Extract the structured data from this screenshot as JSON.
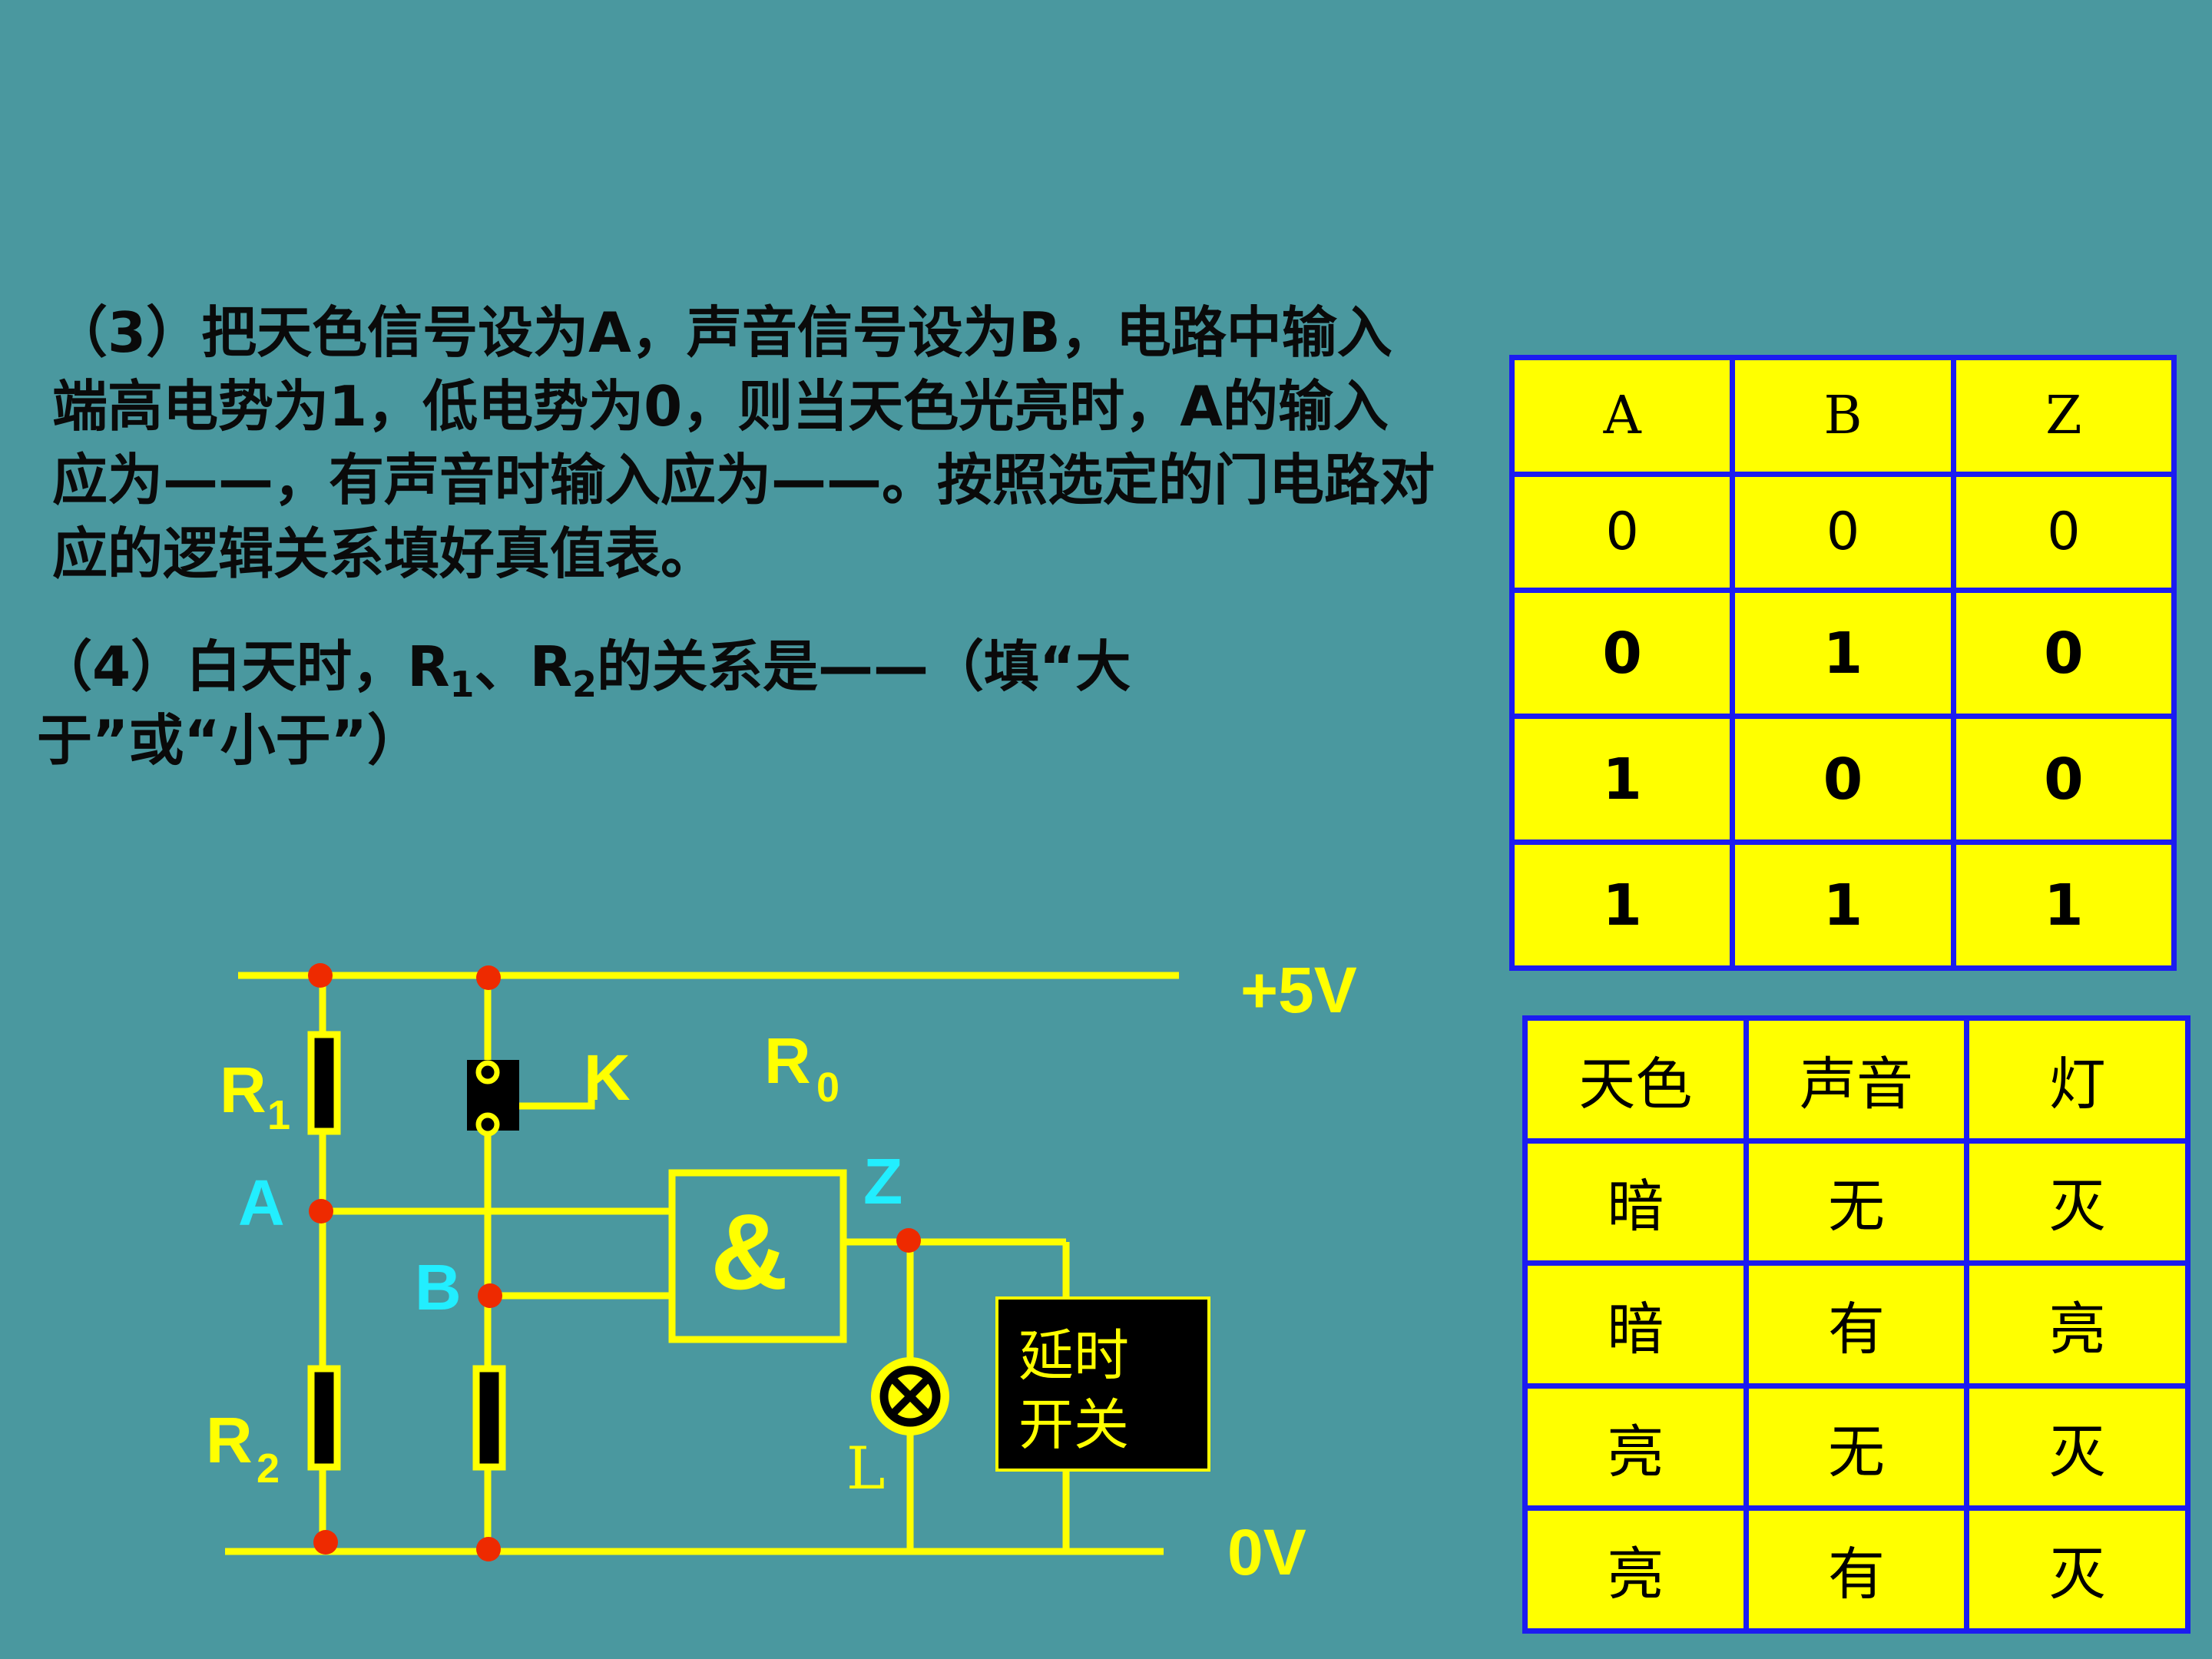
{
  "question3": "（3）把天色信号设为A，声音信号设为B，电路中输入端高电势为1，低电势为0，则当天色光亮时，A的输入应为——，有声音时输入应为——。按照选定的门电路对应的逻辑关系填好真值表。",
  "question4": {
    "prefix": "（4）白天时，R",
    "sub1": "1",
    "sep": "、R",
    "sub2": "2",
    "suffix": "的关系是——（填“大于”或“小于”）"
  },
  "truth_table": {
    "headers": [
      "A",
      "B",
      "Z"
    ],
    "rows": [
      [
        "0",
        "0",
        "0"
      ],
      [
        "0",
        "1",
        "0"
      ],
      [
        "1",
        "0",
        "0"
      ],
      [
        "1",
        "1",
        "1"
      ]
    ]
  },
  "word_table": {
    "headers": [
      "天色",
      "声音",
      "灯"
    ],
    "rows": [
      [
        "暗",
        "无",
        "灭"
      ],
      [
        "暗",
        "有",
        "亮"
      ],
      [
        "亮",
        "无",
        "灭"
      ],
      [
        "亮",
        "有",
        "灭"
      ]
    ]
  },
  "circuit": {
    "vplus": "+5V",
    "vzero": "0V",
    "r1": "R",
    "r1_sub": "1",
    "r2": "R",
    "r2_sub": "2",
    "r0": "R",
    "r0_sub": "0",
    "node_a": "A",
    "node_b": "B",
    "node_z": "Z",
    "switch_k": "K",
    "gate": "&",
    "lamp": "L",
    "delay_line1": "延时",
    "delay_line2": "开关"
  },
  "colors": {
    "background": "#4a989f",
    "wire": "#ffff00",
    "node_dot": "#ee2a00",
    "cyan_label": "#22eeff",
    "table_border": "#1c1cf0"
  }
}
